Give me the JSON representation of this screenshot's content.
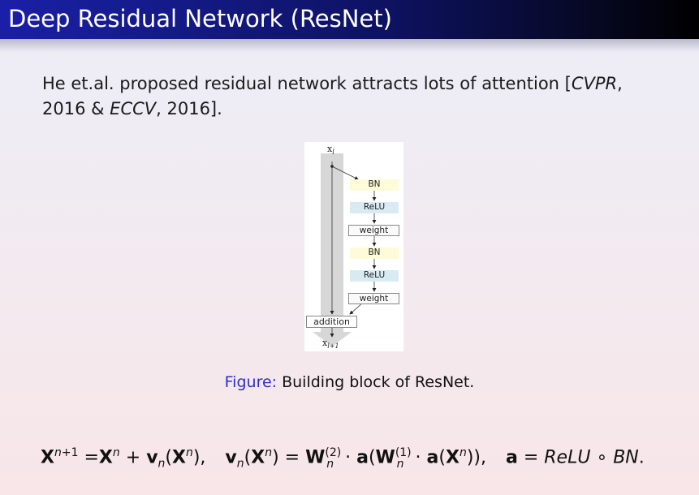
{
  "title": "Deep Residual Network (ResNet)",
  "intro": {
    "text": "He et.al. proposed residual network attracts lots of attention [",
    "cite1": "CVPR",
    "mid": ",",
    "line2": "2016 & ",
    "cite2": "ECCV",
    "end": ", 2016]."
  },
  "figure": {
    "x_in": "x",
    "x_in_sub": "l",
    "x_out": "x",
    "x_out_sub": "l+1",
    "layers": [
      {
        "label": "BN",
        "kind": "bn"
      },
      {
        "label": "ReLU",
        "kind": "relu"
      },
      {
        "label": "weight",
        "kind": "weight"
      },
      {
        "label": "BN",
        "kind": "bn"
      },
      {
        "label": "ReLU",
        "kind": "relu"
      },
      {
        "label": "weight",
        "kind": "weight"
      }
    ],
    "addition_label": "addition",
    "colors": {
      "bn": "#fdfbd8",
      "relu": "#d8ebf3",
      "weight": "#fafafa"
    }
  },
  "caption": {
    "prefix": "Figure:",
    "text": " Building block of ResNet."
  },
  "formula": {
    "text": "X^{n+1} = X^n + v_n(X^n),   v_n(X^n) = W_n^{(2)} · a(W_n^{(1)} · a(X^n)),   a = ReLU ∘ BN."
  }
}
